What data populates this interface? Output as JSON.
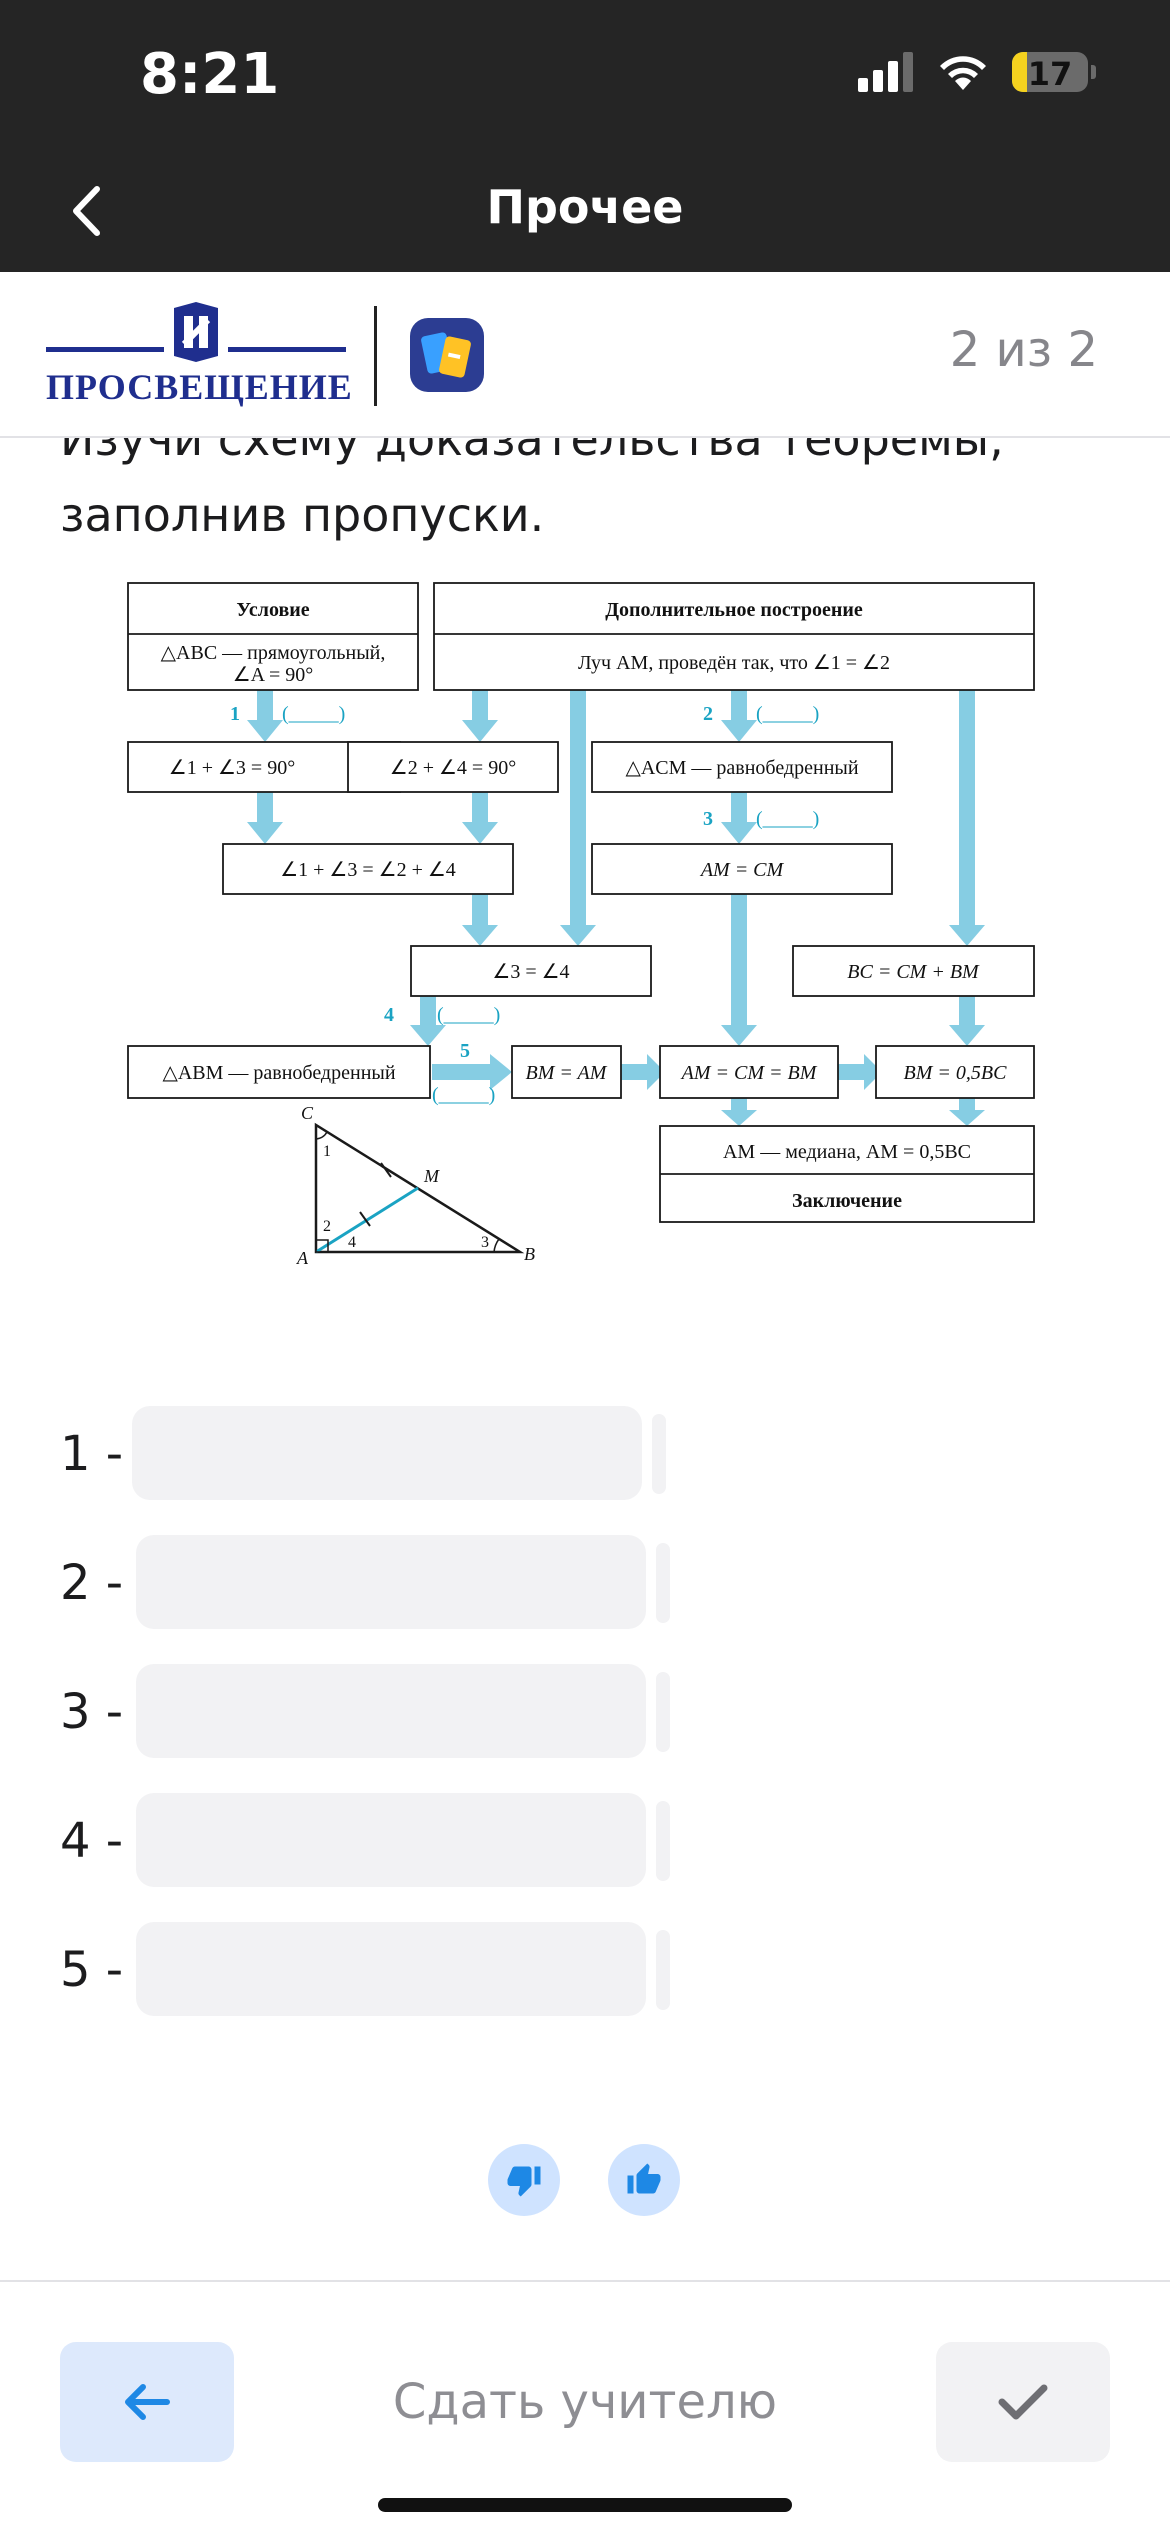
{
  "status_bar": {
    "time": "8:21",
    "battery": "17"
  },
  "nav": {
    "title": "Прочее"
  },
  "header": {
    "brand": "ПРОСВЕЩЕНИЕ",
    "page_counter": "2 из 2"
  },
  "instruction": {
    "line1": "Изучи схему доказательства теоремы,",
    "line2": "заполнив пропуски."
  },
  "diagram": {
    "condition_header": "Условие",
    "condition_line1": "△ABC — прямоугольный,",
    "condition_line2": "∠A = 90°",
    "construction_header": "Дополнительное построение",
    "construction_text": "Луч AM, проведён так, что ∠1 = ∠2",
    "eq_1_3": "∠1 + ∠3 = 90°",
    "eq_2_4": "∠2 + ∠4 = 90°",
    "acm": "△ACM — равнобедренный",
    "sum_eq": "∠1 + ∠3 = ∠2 + ∠4",
    "am_cm": "AM = CM",
    "ang_eq": "∠3 = ∠4",
    "bc_sum": "BC = CM + BM",
    "abm": "△ABM — равнобедренный",
    "bm_am": "BM = AM",
    "am_cm_bm": "AM = CM = BM",
    "bm_half": "BM = 0,5BC",
    "median": "AM — медиана, AM = 0,5BC",
    "conclusion": "Заключение",
    "blank": "(_____)",
    "blank_nums": [
      "1",
      "2",
      "3",
      "4",
      "5"
    ],
    "triangle_labels": {
      "c": "C",
      "a": "A",
      "b": "B",
      "m": "M",
      "a1": "1",
      "a2": "2",
      "a3": "3",
      "a4": "4"
    }
  },
  "answers": [
    {
      "label": "1 -",
      "value": ""
    },
    {
      "label": "2 -",
      "value": ""
    },
    {
      "label": "3 -",
      "value": ""
    },
    {
      "label": "4 -",
      "value": ""
    },
    {
      "label": "5 -",
      "value": ""
    }
  ],
  "bottom": {
    "submit_label": "Сдать учителю"
  },
  "colors": {
    "accent": "#1e88e5",
    "arrow": "#86cde3",
    "diagram_label": "#1aa3c3",
    "brand": "#1f2e8e"
  }
}
